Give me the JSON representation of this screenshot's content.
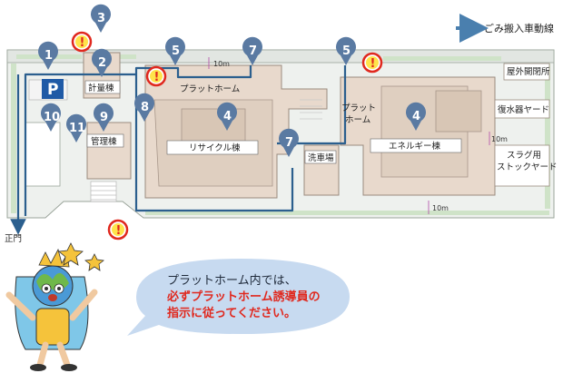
{
  "legend": {
    "label": "ごみ搬入車動線",
    "color": "#4a7fae"
  },
  "buildings": {
    "weighing": "計量棟",
    "admin": "管理棟",
    "platform_top": "プラットホーム",
    "platform_mid": "プラット\nホーム",
    "recycle": "リサイクル棟",
    "energy": "エネルギー棟",
    "washing": "洗車場",
    "outdoor_switch": "屋外開閉所",
    "water_yard": "復水器ヤード",
    "slag_yard": "スラグ用\nストックヤード"
  },
  "parking_symbol": "P",
  "gate_label": "正門",
  "dimensions": {
    "d1": "10m",
    "d2": "10m",
    "d3": "10m"
  },
  "pins": [
    "1",
    "2",
    "3",
    "4",
    "4",
    "5",
    "5",
    "7",
    "7",
    "8",
    "9",
    "10",
    "11"
  ],
  "warning_symbol": "!",
  "bubble": {
    "line1": "プラットホーム内では、",
    "line2": "必ずプラットホーム誘導員の",
    "line3": "指示に従ってください。"
  },
  "colors": {
    "route": "#2b5f8e",
    "pin": "#5a7aa2",
    "parking": "#1f5aa6",
    "warning": "#e0281e",
    "building": "#e8d9cc",
    "bubble": "#c7daf0",
    "bubble_red": "#e0281e"
  }
}
